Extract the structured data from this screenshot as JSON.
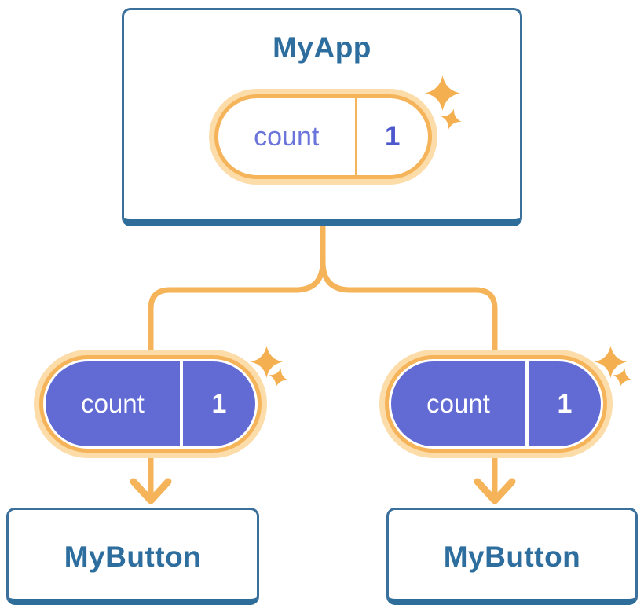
{
  "diagram": {
    "description": "React component tree sharing state: parent MyApp holds count state passed to two MyButton children",
    "colors": {
      "background": "#ffffff",
      "card_border": "#3A709B",
      "card_shadow": "#2E6D99",
      "heading_text": "#2D6E9E",
      "connector_orange": "#F5B45A",
      "ring_light": "#FCDCA8",
      "sparkle": "#F4AF50",
      "pill_purple": "#626BD4",
      "state_name_text": "#6B74DB",
      "state_value_text": "#4E58CE"
    },
    "root": {
      "title": "MyApp",
      "state": {
        "name": "count",
        "value": "1"
      }
    },
    "children": [
      {
        "title": "MyButton",
        "state": {
          "name": "count",
          "value": "1"
        }
      },
      {
        "title": "MyButton",
        "state": {
          "name": "count",
          "value": "1"
        }
      }
    ]
  }
}
